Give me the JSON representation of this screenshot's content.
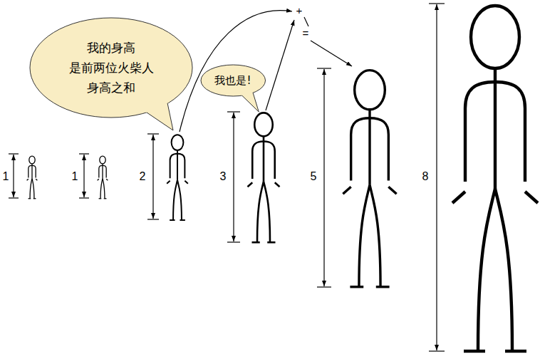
{
  "diagram": {
    "nodes": [
      {
        "text": [
          "我的身高 是前两位火柴人 身高之和"
        ]
      },
      {
        "text": [
          "我也是!"
        ]
      }
    ],
    "labels": [
      "1",
      "1",
      "2",
      "3",
      "5",
      "8",
      "+",
      "="
    ]
  }
}
